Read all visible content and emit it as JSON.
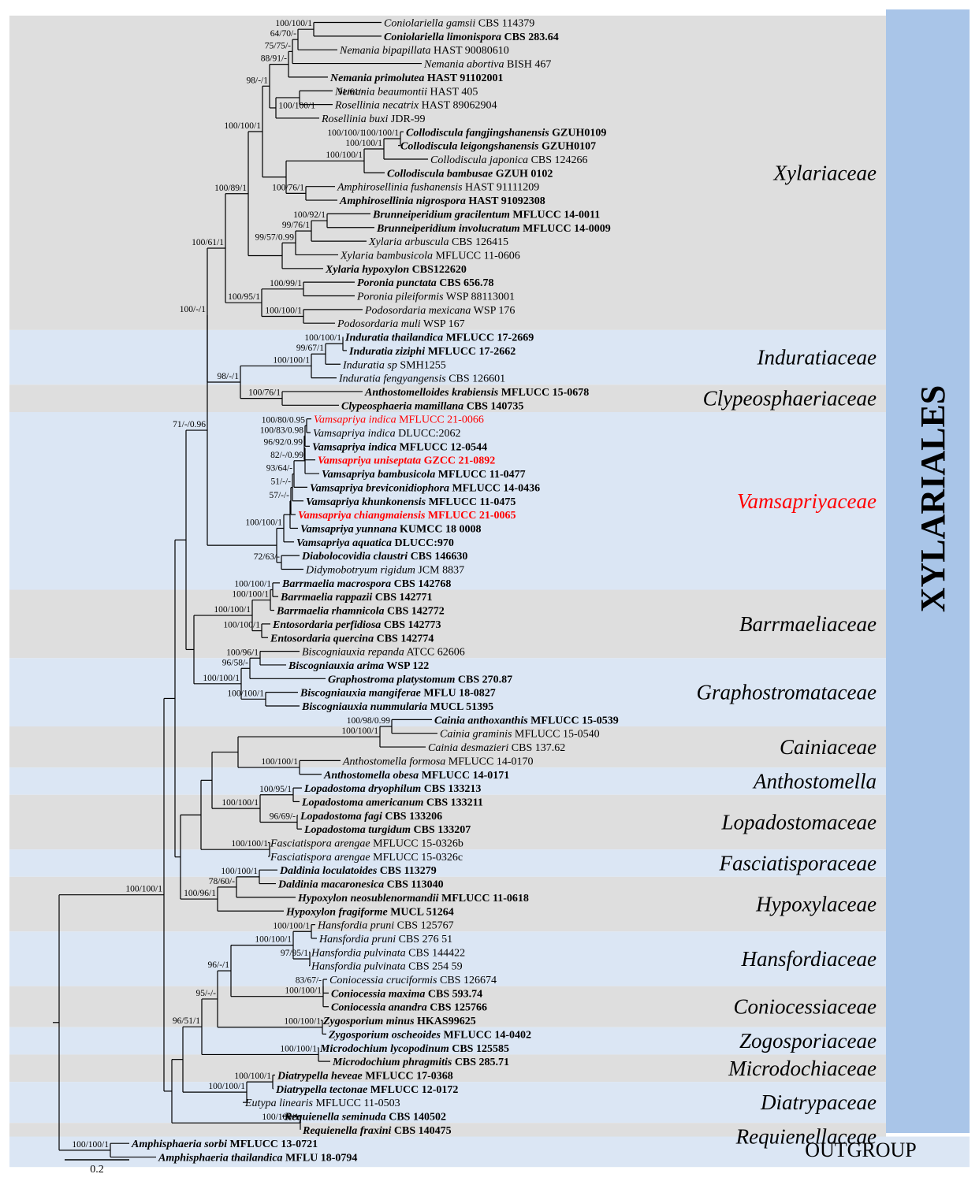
{
  "colors": {
    "band_gray": "#dedede",
    "band_blue": "#dbe6f4",
    "order_bar": "#a9c5e8",
    "branch": "#000000",
    "highlight": "#ff0000"
  },
  "order_label": "XYLARIALES",
  "outgroup_label": "OUTGROUP",
  "scale_bar_label": "0.2",
  "families": [
    {
      "name": "Xylariaceae",
      "band": "gray",
      "first": 0,
      "last": 22
    },
    {
      "name": "Induratiaceae",
      "band": "blue",
      "first": 23,
      "last": 26
    },
    {
      "name": "Clypeosphaeriaceae",
      "band": "gray",
      "first": 27,
      "last": 28
    },
    {
      "name": "Vamsapriyaceae",
      "band": "blue",
      "first": 29,
      "last": 41,
      "highlight": true
    },
    {
      "name": "Barrmaeliaceae",
      "band": "gray",
      "first": 42,
      "last": 46
    },
    {
      "name": "Graphostromataceae",
      "band": "blue",
      "first": 47,
      "last": 51
    },
    {
      "name": "Cainiaceae",
      "band": "gray",
      "first": 52,
      "last": 54
    },
    {
      "name": "Anthostomella",
      "band": "blue",
      "first": 55,
      "last": 56
    },
    {
      "name": "Lopadostomaceae",
      "band": "gray",
      "first": 57,
      "last": 60
    },
    {
      "name": "Fasciatisporaceae",
      "band": "blue",
      "first": 61,
      "last": 62
    },
    {
      "name": "Hypoxylaceae",
      "band": "gray",
      "first": 63,
      "last": 66
    },
    {
      "name": "Hansfordiaceae",
      "band": "blue",
      "first": 67,
      "last": 70
    },
    {
      "name": "Coniocessiaceae",
      "band": "gray",
      "first": 71,
      "last": 73
    },
    {
      "name": "Zogosporiaceae",
      "band": "blue",
      "first": 74,
      "last": 75
    },
    {
      "name": "Microdochiaceae",
      "band": "gray",
      "first": 76,
      "last": 77
    },
    {
      "name": "Diatrypaceae",
      "band": "blue",
      "first": 78,
      "last": 80
    },
    {
      "name": "Requienellaceae",
      "band": "gray",
      "first": 81,
      "last": 82
    }
  ],
  "taxa": [
    {
      "name": "Coniolariella gamsii",
      "code": "CBS 114379",
      "bold": false,
      "red": false
    },
    {
      "name": "Coniolariella limonispora",
      "code": "CBS 283.64",
      "bold": true,
      "red": false
    },
    {
      "name": "Nemania bipapillata",
      "code": "HAST 90080610",
      "bold": false,
      "red": false
    },
    {
      "name": "Nemania abortiva",
      "code": "BISH 467",
      "bold": false,
      "red": false
    },
    {
      "name": "Nemania primolutea",
      "code": "HAST 91102001",
      "bold": true,
      "red": false
    },
    {
      "name": "Nemania beaumontii",
      "code": "HAST 405",
      "bold": false,
      "red": false
    },
    {
      "name": "Rosellinia necatrix",
      "code": "HAST 89062904",
      "bold": false,
      "red": false
    },
    {
      "name": "Rosellinia buxi",
      "code": "JDR-99",
      "bold": false,
      "red": false
    },
    {
      "name": "Collodiscula fangjingshanensis",
      "code": "GZUH0109",
      "bold": true,
      "red": false
    },
    {
      "name": "Collodiscula leigongshanensis",
      "code": "GZUH0107",
      "bold": true,
      "red": false
    },
    {
      "name": "Collodiscula japonica",
      "code": "CBS 124266",
      "bold": false,
      "red": false
    },
    {
      "name": "Collodiscula bambusae",
      "code": "GZUH 0102",
      "bold": true,
      "red": false
    },
    {
      "name": "Amphirosellinia fushanensis",
      "code": "HAST 91111209",
      "bold": false,
      "red": false
    },
    {
      "name": "Amphirosellinia nigrospora",
      "code": "HAST 91092308",
      "bold": true,
      "red": false
    },
    {
      "name": "Brunneiperidium gracilentum",
      "code": "MFLUCC 14-0011",
      "bold": true,
      "red": false
    },
    {
      "name": "Brunneiperidium involucratum",
      "code": "MFLUCC 14-0009",
      "bold": true,
      "red": false
    },
    {
      "name": "Xylaria arbuscula",
      "code": "CBS 126415",
      "bold": false,
      "red": false
    },
    {
      "name": "Xylaria bambusicola",
      "code": "MFLUCC 11-0606",
      "bold": false,
      "red": false
    },
    {
      "name": "Xylaria hypoxylon",
      "code": "CBS122620",
      "bold": true,
      "red": false
    },
    {
      "name": "Poronia punctata",
      "code": "CBS 656.78",
      "bold": true,
      "red": false
    },
    {
      "name": "Poronia pileiformis",
      "code": "WSP 88113001",
      "bold": false,
      "red": false
    },
    {
      "name": "Podosordaria mexicana",
      "code": "WSP 176",
      "bold": false,
      "red": false
    },
    {
      "name": "Podosordaria muli",
      "code": "WSP 167",
      "bold": false,
      "red": false
    },
    {
      "name": "Induratia thailandica",
      "code": "MFLUCC 17-2669",
      "bold": true,
      "red": false
    },
    {
      "name": "Induratia ziziphi",
      "code": "MFLUCC 17-2662",
      "bold": true,
      "red": false
    },
    {
      "name": "Induratia sp",
      "code": "SMH1255",
      "bold": false,
      "red": false
    },
    {
      "name": "Induratia fengyangensis",
      "code": "CBS 126601",
      "bold": false,
      "red": false
    },
    {
      "name": "Anthostomelloides krabiensis",
      "code": "MFLUCC 15-0678",
      "bold": true,
      "red": false
    },
    {
      "name": "Clypeosphaeria mamillana",
      "code": "CBS 140735",
      "bold": true,
      "red": false
    },
    {
      "name": "Vamsapriya indica",
      "code": "MFLUCC 21-0066",
      "bold": false,
      "red": true
    },
    {
      "name": "Vamsapriya indica",
      "code": "DLUCC:2062",
      "bold": false,
      "red": false
    },
    {
      "name": "Vamsapriya indica",
      "code": "MFLUCC 12-0544",
      "bold": true,
      "red": false
    },
    {
      "name": "Vamsapriya uniseptata",
      "code": "GZCC 21-0892",
      "bold": true,
      "red": true
    },
    {
      "name": "Vamsapriya bambusicola",
      "code": "MFLUCC 11-0477",
      "bold": true,
      "red": false
    },
    {
      "name": "Vamsapriya breviconidiophora",
      "code": "MFLUCC 14-0436",
      "bold": true,
      "red": false
    },
    {
      "name": "Vamsapriya khunkonensis",
      "code": "MFLUCC 11-0475",
      "bold": true,
      "red": false
    },
    {
      "name": "Vamsapriya chiangmaiensis",
      "code": "MFLUCC 21-0065",
      "bold": true,
      "red": true
    },
    {
      "name": "Vamsapriya yunnana",
      "code": "KUMCC 18 0008",
      "bold": true,
      "red": false
    },
    {
      "name": "Vamsapriya aquatica",
      "code": "DLUCC:970",
      "bold": true,
      "red": false
    },
    {
      "name": "Diabolocovidia claustri",
      "code": "CBS 146630",
      "bold": true,
      "red": false
    },
    {
      "name": "Didymobotryum rigidum",
      "code": "JCM 8837",
      "bold": false,
      "red": false
    },
    {
      "name": "Barrmaelia macrospora",
      "code": "CBS 142768",
      "bold": true,
      "red": false
    },
    {
      "name": "Barrmaelia rappazii",
      "code": "CBS 142771",
      "bold": true,
      "red": false
    },
    {
      "name": "Barrmaelia rhamnicola",
      "code": "CBS 142772",
      "bold": true,
      "red": false
    },
    {
      "name": "Entosordaria perfidiosa",
      "code": "CBS 142773",
      "bold": true,
      "red": false
    },
    {
      "name": "Entosordaria quercina",
      "code": "CBS 142774",
      "bold": true,
      "red": false
    },
    {
      "name": "Biscogniauxia repanda",
      "code": "ATCC 62606",
      "bold": false,
      "red": false
    },
    {
      "name": "Biscogniauxia arima",
      "code": "WSP 122",
      "bold": true,
      "red": false
    },
    {
      "name": "Graphostroma platystomum",
      "code": "CBS 270.87",
      "bold": true,
      "red": false
    },
    {
      "name": "Biscogniauxia mangiferae",
      "code": "MFLU 18-0827",
      "bold": true,
      "red": false
    },
    {
      "name": "Biscogniauxia nummularia",
      "code": "MUCL 51395",
      "bold": true,
      "red": false
    },
    {
      "name": "Cainia anthoxanthis",
      "code": "MFLUCC 15-0539",
      "bold": true,
      "red": false
    },
    {
      "name": "Cainia graminis",
      "code": "MFLUCC 15-0540",
      "bold": false,
      "red": false
    },
    {
      "name": "Cainia desmazieri",
      "code": "CBS 137.62",
      "bold": false,
      "red": false
    },
    {
      "name": "Anthostomella formosa",
      "code": "MFLUCC 14-0170",
      "bold": false,
      "red": false
    },
    {
      "name": "Anthostomella obesa",
      "code": "MFLUCC 14-0171",
      "bold": true,
      "red": false
    },
    {
      "name": "Lopadostoma dryophilum",
      "code": "CBS 133213",
      "bold": true,
      "red": false
    },
    {
      "name": "Lopadostoma americanum",
      "code": "CBS 133211",
      "bold": true,
      "red": false
    },
    {
      "name": "Lopadostoma fagi",
      "code": "CBS 133206",
      "bold": true,
      "red": false
    },
    {
      "name": "Lopadostoma turgidum",
      "code": "CBS 133207",
      "bold": true,
      "red": false
    },
    {
      "name": "Fasciatispora arengae",
      "code": "MFLUCC 15-0326b",
      "bold": false,
      "red": false
    },
    {
      "name": "Fasciatispora arengae",
      "code": "MFLUCC 15-0326c",
      "bold": false,
      "red": false
    },
    {
      "name": "Daldinia loculatoides",
      "code": "CBS 113279",
      "bold": true,
      "red": false
    },
    {
      "name": "Daldinia macaronesica",
      "code": "CBS 113040",
      "bold": true,
      "red": false
    },
    {
      "name": "Hypoxylon neosublenormandii",
      "code": "MFLUCC 11-0618",
      "bold": true,
      "red": false
    },
    {
      "name": "Hypoxylon fragiforme",
      "code": "MUCL 51264",
      "bold": true,
      "red": false
    },
    {
      "name": "Hansfordia pruni",
      "code": "CBS 125767",
      "bold": false,
      "red": false
    },
    {
      "name": "Hansfordia pruni",
      "code": "CBS 276 51",
      "bold": false,
      "red": false
    },
    {
      "name": "Hansfordia pulvinata",
      "code": "CBS 144422",
      "bold": false,
      "red": false
    },
    {
      "name": "Hansfordia pulvinata",
      "code": "CBS 254 59",
      "bold": false,
      "red": false
    },
    {
      "name": "Coniocessia cruciformis",
      "code": "CBS 126674",
      "bold": false,
      "red": false
    },
    {
      "name": "Coniocessia maxima",
      "code": "CBS 593.74",
      "bold": true,
      "red": false
    },
    {
      "name": "Coniocessia anandra",
      "code": "CBS 125766",
      "bold": true,
      "red": false
    },
    {
      "name": "Zygosporium minus",
      "code": "HKAS99625",
      "bold": true,
      "red": false
    },
    {
      "name": "Zygosporium oscheoides",
      "code": "MFLUCC 14-0402",
      "bold": true,
      "red": false
    },
    {
      "name": "Microdochium lycopodinum",
      "code": "CBS 125585",
      "bold": true,
      "red": false
    },
    {
      "name": "Microdochium phragmitis",
      "code": "CBS 285.71",
      "bold": true,
      "red": false
    },
    {
      "name": "Diatrypella heveae",
      "code": "MFLUCC 17-0368",
      "bold": true,
      "red": false
    },
    {
      "name": "Diatrypella tectonae",
      "code": "MFLUCC 12-0172",
      "bold": true,
      "red": false
    },
    {
      "name": "Eutypa linearis",
      "code": "MFLUCC 11-0503",
      "bold": false,
      "red": false
    },
    {
      "name": "Requienella seminuda",
      "code": "CBS 140502",
      "bold": true,
      "red": false
    },
    {
      "name": "Requienella fraxini",
      "code": "CBS 140475",
      "bold": true,
      "red": false
    },
    {
      "name": "Amphisphaeria sorbi",
      "code": "MFLUCC 13-0721",
      "bold": true,
      "red": false
    },
    {
      "name": "Amphisphaeria thailandica",
      "code": "MFLU 18-0794",
      "bold": true,
      "red": false
    }
  ],
  "supports": [
    {
      "clade": [
        0,
        1
      ],
      "text": "100/100/1"
    },
    {
      "clade": [
        0,
        2
      ],
      "text": "64/70/-"
    },
    {
      "clade": [
        0,
        3
      ],
      "text": "75/75/-"
    },
    {
      "clade": [
        0,
        4
      ],
      "text": "88/91/-"
    },
    {
      "clade": [
        0,
        7
      ],
      "text": "98/-/1"
    },
    {
      "clade": [
        6,
        7
      ],
      "text": "100/100/1"
    },
    {
      "clade": [
        8,
        9
      ],
      "text": "100/100/1"
    },
    {
      "clade": [
        8,
        10
      ],
      "text": "100/100/1"
    },
    {
      "clade": [
        8,
        11
      ],
      "text": "100/100/1"
    },
    {
      "clade": [
        0,
        11
      ],
      "text": "91/61/-"
    },
    {
      "clade": [
        12,
        13
      ],
      "text": "100/76/1"
    },
    {
      "clade": [
        0,
        13
      ],
      "text": "100/100/1"
    },
    {
      "clade": [
        14,
        15
      ],
      "text": "100/92/1"
    },
    {
      "clade": [
        14,
        16
      ],
      "text": "99/76/1"
    },
    {
      "clade": [
        14,
        17
      ],
      "text": "99/57/0.99"
    },
    {
      "clade": [
        0,
        17
      ],
      "text": "100/100/1"
    },
    {
      "clade": [
        0,
        18
      ],
      "text": "100/89/1"
    },
    {
      "clade": [
        19,
        20
      ],
      "text": "100/99/1"
    },
    {
      "clade": [
        21,
        22
      ],
      "text": "100/100/1"
    },
    {
      "clade": [
        19,
        22
      ],
      "text": "100/95/1"
    },
    {
      "clade": [
        0,
        22
      ],
      "text": "100/61/1"
    },
    {
      "clade": [
        23,
        24
      ],
      "text": "100/100/1"
    },
    {
      "clade": [
        23,
        25
      ],
      "text": "99/67/1"
    },
    {
      "clade": [
        23,
        26
      ],
      "text": "100/100/1"
    },
    {
      "clade": [
        27,
        28
      ],
      "text": "100/76/1"
    },
    {
      "clade": [
        23,
        28
      ],
      "text": "98/-/1"
    },
    {
      "clade": [
        0,
        28
      ],
      "text": "100/-/1"
    },
    {
      "clade": [
        29,
        30
      ],
      "text": "100/80/0.95"
    },
    {
      "clade": [
        29,
        31
      ],
      "text": "100/83/0.98"
    },
    {
      "clade": [
        29,
        32
      ],
      "text": "96/92/0.99"
    },
    {
      "clade": [
        29,
        33
      ],
      "text": "82/-/0.99"
    },
    {
      "clade": [
        29,
        34
      ],
      "text": "93/64/-"
    },
    {
      "clade": [
        29,
        35
      ],
      "text": "51/-/-"
    },
    {
      "clade": [
        29,
        36
      ],
      "text": "57/-/-"
    },
    {
      "clade": [
        29,
        38
      ],
      "text": "100/100/1"
    },
    {
      "clade": [
        39,
        40
      ],
      "text": "72/63/-"
    },
    {
      "clade": [
        0,
        40
      ],
      "text": "71/-/0.96"
    },
    {
      "clade": [
        41,
        42
      ],
      "text": "100/100/1"
    },
    {
      "clade": [
        41,
        43
      ],
      "text": "100/100/1"
    },
    {
      "clade": [
        41,
        45
      ],
      "text": "100/100/1"
    },
    {
      "clade": [
        44,
        45
      ],
      "text": "100/100/1"
    },
    {
      "clade": [
        46,
        47
      ],
      "text": "100/96/1"
    },
    {
      "clade": [
        46,
        48
      ],
      "text": "96/58/-"
    },
    {
      "clade": [
        49,
        50
      ],
      "text": "100/100/1"
    },
    {
      "clade": [
        46,
        50
      ],
      "text": "100/100/1"
    },
    {
      "clade": [
        51,
        52
      ],
      "text": "100/98/0.99"
    },
    {
      "clade": [
        51,
        53
      ],
      "text": "100/100/1"
    },
    {
      "clade": [
        54,
        55
      ],
      "text": "100/100/1"
    },
    {
      "clade": [
        56,
        57
      ],
      "text": "100/95/1"
    },
    {
      "clade": [
        58,
        59
      ],
      "text": "96/69/-"
    },
    {
      "clade": [
        56,
        59
      ],
      "text": "100/100/1"
    },
    {
      "clade": [
        60,
        61
      ],
      "text": "100/100/1"
    },
    {
      "clade": [
        62,
        63
      ],
      "text": "100/100/1"
    },
    {
      "clade": [
        62,
        64
      ],
      "text": "78/60/-"
    },
    {
      "clade": [
        62,
        65
      ],
      "text": "100/96/1"
    },
    {
      "clade": [
        66,
        67
      ],
      "text": "100/100/1"
    },
    {
      "clade": [
        68,
        69
      ],
      "text": "97/95/1"
    },
    {
      "clade": [
        66,
        69
      ],
      "text": "100/100/1"
    },
    {
      "clade": [
        70,
        71
      ],
      "text": "83/67/-"
    },
    {
      "clade": [
        70,
        72
      ],
      "text": "100/100/1"
    },
    {
      "clade": [
        66,
        72
      ],
      "text": "96/-/1"
    },
    {
      "clade": [
        73,
        74
      ],
      "text": "100/100/1"
    },
    {
      "clade": [
        66,
        74
      ],
      "text": "95/-/-"
    },
    {
      "clade": [
        75,
        76
      ],
      "text": "100/100/1"
    },
    {
      "clade": [
        66,
        76
      ],
      "text": "96/51/1"
    },
    {
      "clade": [
        77,
        78
      ],
      "text": "100/100/1"
    },
    {
      "clade": [
        77,
        79
      ],
      "text": "100/100/1"
    },
    {
      "clade": [
        80,
        81
      ],
      "text": "100/100/1"
    },
    {
      "clade": [
        0,
        81
      ],
      "text": "100/100/1"
    },
    {
      "clade": [
        82,
        83
      ],
      "text": "100/100/1"
    }
  ]
}
